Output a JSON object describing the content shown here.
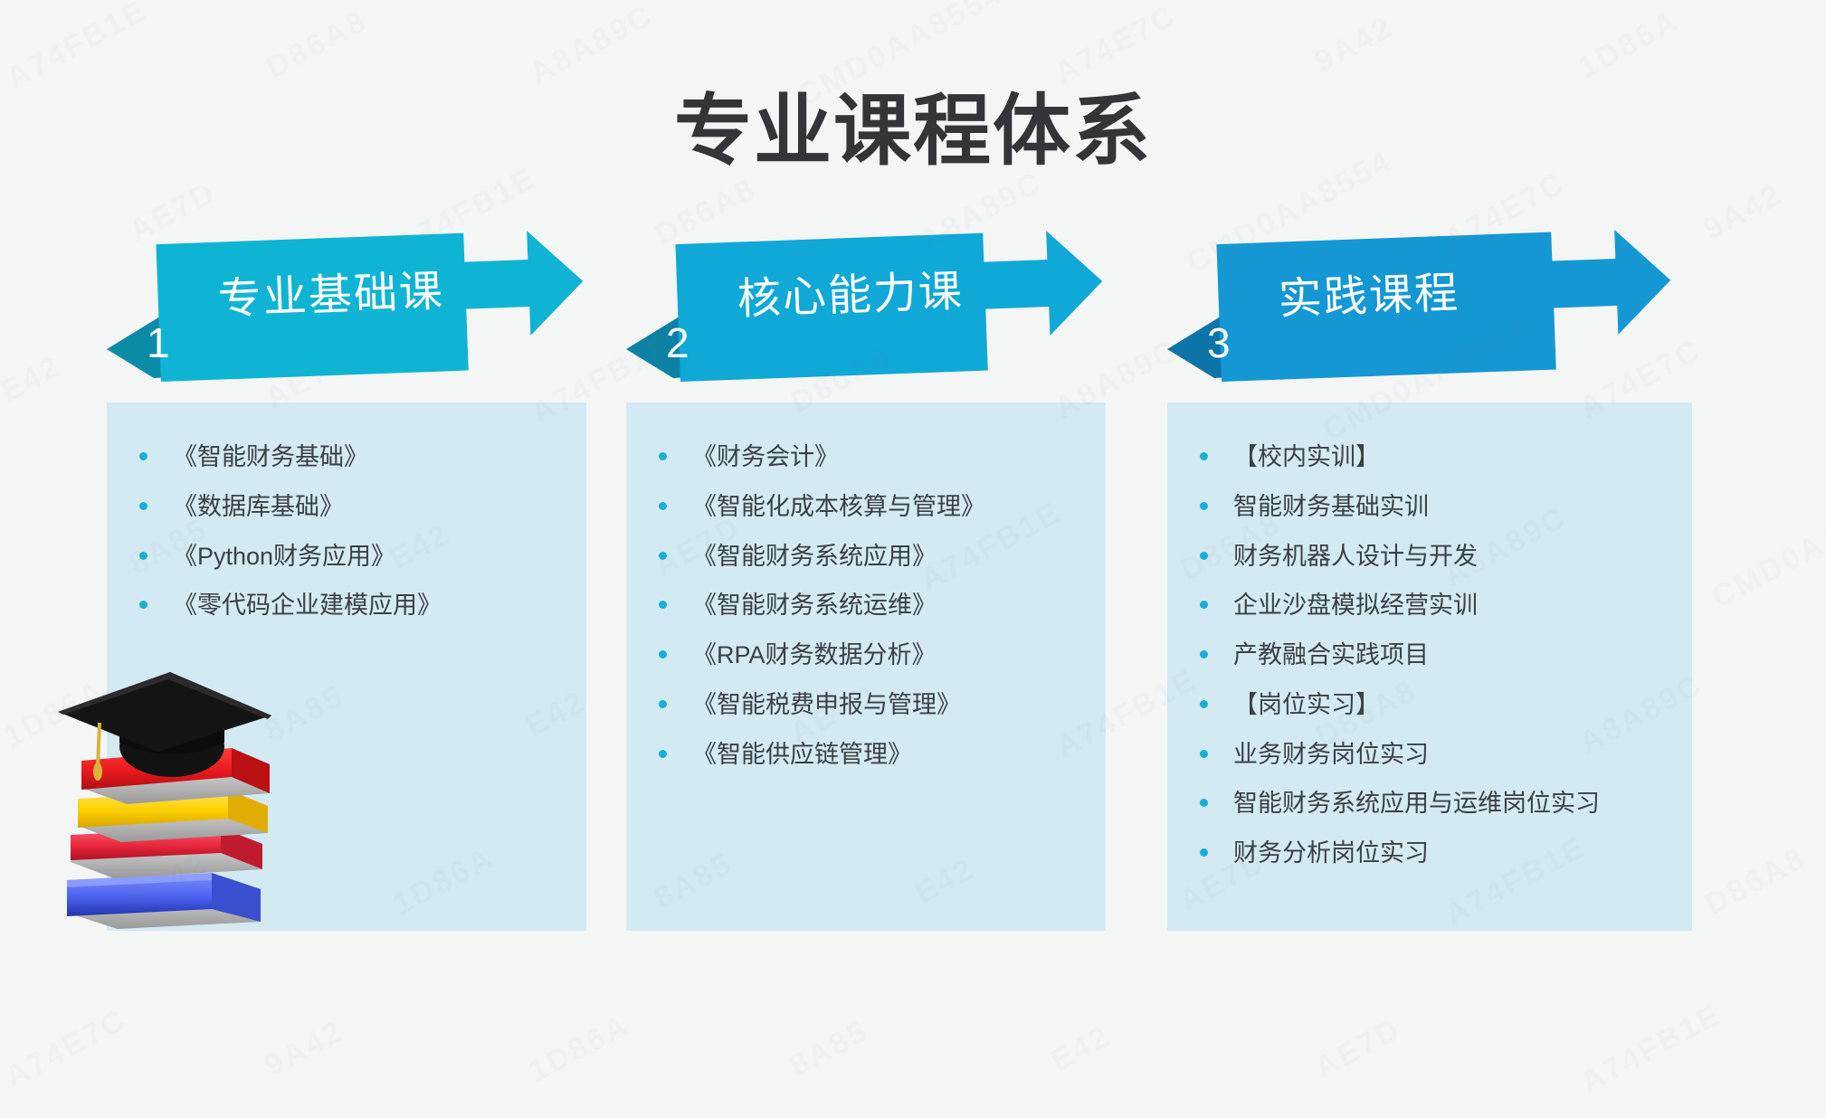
{
  "page": {
    "title": "专业课程体系",
    "background_color": "#f4f6f6",
    "title_color": "#333638"
  },
  "theme": {
    "accent_cyan": "#0fb4d4",
    "accent_blue": "#14a0d8",
    "accent_deep_blue": "#1690cf",
    "tail_dark": "#0b7e99",
    "panel_bg": "#d3eaf2",
    "bullet_color": "#17b0d4",
    "text_color": "#3b4044"
  },
  "watermarks": [
    "A74FB1E",
    "D86A8",
    "A8A89C",
    "CMD0AA8554",
    "A74E7C",
    "9A42",
    "1D86A",
    "8A85",
    "E42",
    "AE7D"
  ],
  "columns": [
    {
      "number": "1",
      "label": "专业基础课",
      "banner_color": "#0fb4d4",
      "tail_color": "#0b8ca6",
      "has_books": true,
      "items": [
        "《智能财务基础》",
        "《数据库基础》",
        "《Python财务应用》",
        "《零代码企业建模应用》"
      ]
    },
    {
      "number": "2",
      "label": "核心能力课",
      "banner_color": "#10a8d6",
      "tail_color": "#0b82a3",
      "has_books": false,
      "items": [
        "《财务会计》",
        "《智能化成本核算与管理》",
        "《智能财务系统应用》",
        "《智能财务系统运维》",
        "《RPA财务数据分析》",
        "《智能税费申报与管理》",
        "《智能供应链管理》"
      ]
    },
    {
      "number": "3",
      "label": "实践课程",
      "banner_color": "#1597d4",
      "tail_color": "#0d74a8",
      "has_books": false,
      "items": [
        "【校内实训】",
        "智能财务基础实训",
        "财务机器人设计与开发",
        "企业沙盘模拟经营实训",
        "产教融合实践项目",
        "【岗位实习】",
        "业务财务岗位实习",
        "智能财务系统应用与运维岗位实习",
        "财务分析岗位实习"
      ]
    }
  ],
  "illustration": {
    "name": "graduation-cap-on-books",
    "cap_color": "#111111",
    "book_colors": [
      "#e8191e",
      "#ffd100",
      "#e8273c",
      "#4b63f0"
    ]
  }
}
